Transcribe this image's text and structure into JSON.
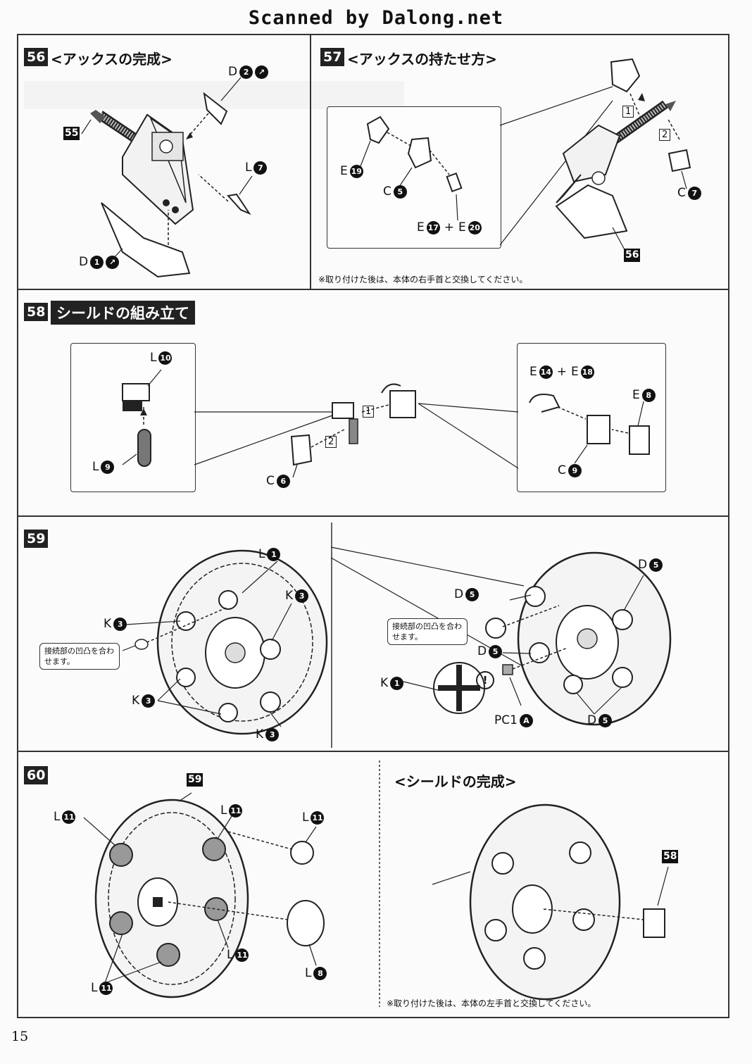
{
  "header": {
    "scan_credit": "Scanned by Dalong.net"
  },
  "page_number": "15",
  "steps": {
    "s56": {
      "number": "56",
      "heading": "<アックスの完成>",
      "labels": {
        "d2": "D",
        "d2n": "2",
        "l7": "L",
        "l7n": "7",
        "d1": "D",
        "d1n": "1",
        "ref55": "55"
      }
    },
    "s57": {
      "number": "57",
      "heading": "<アックスの持たせ方>",
      "labels": {
        "e19": "E",
        "e19n": "19",
        "c5": "C",
        "c5n": "5",
        "e17": "E",
        "e17n": "17",
        "plus": "+",
        "e20": "E",
        "e20n": "20",
        "c7": "C",
        "c7n": "7",
        "ref56": "56",
        "step1": "1",
        "step2": "2"
      },
      "note": "※取り付けた後は、本体の右手首と交換してください。"
    },
    "s58": {
      "number": "58",
      "heading": "シールドの組み立て",
      "labels": {
        "l10": "L",
        "l10n": "10",
        "l9": "L",
        "l9n": "9",
        "c6": "C",
        "c6n": "6",
        "e14": "E",
        "e14n": "14",
        "plus": "+",
        "e18": "E",
        "e18n": "18",
        "e8": "E",
        "e8n": "8",
        "c9": "C",
        "c9n": "9",
        "step1": "1",
        "step2": "2"
      }
    },
    "s59": {
      "number": "59",
      "labels": {
        "l1": "L",
        "l1n": "1",
        "k3a": "K",
        "k3b": "K",
        "k3c": "K",
        "k3d": "K",
        "k3n": "3",
        "d5a": "D",
        "d5b": "D",
        "d5c": "D",
        "d5d": "D",
        "d5n": "5",
        "k1": "K",
        "k1n": "1",
        "pc1": "PC1",
        "pc1n": "A",
        "caution": "!"
      },
      "callout": "接続部の凹凸を合わせます。"
    },
    "s60": {
      "number": "60",
      "completion_heading": "<シールドの完成>",
      "labels": {
        "ref59": "59",
        "ref58": "58",
        "l11": "L",
        "l11n": "11",
        "l8": "L",
        "l8n": "8"
      },
      "note": "※取り付けた後は、本体の左手首と交換してください。"
    }
  }
}
